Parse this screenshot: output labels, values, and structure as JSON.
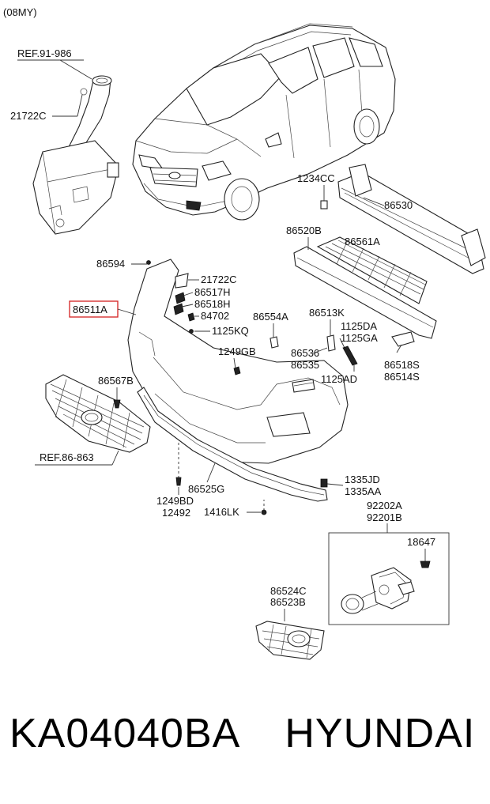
{
  "header": {
    "model_year": "(08MY)"
  },
  "references": [
    "REF.91-986",
    "REF.86-863"
  ],
  "highlight_color": "#d42020",
  "labels": {
    "p21722C_a": "21722C",
    "p86594": "86594",
    "p21722C_b": "21722C",
    "p86517H": "86517H",
    "p86518H": "86518H",
    "p84702": "84702",
    "p86511A": "86511A",
    "p1125KQ": "1125KQ",
    "p1249GB": "1249GB",
    "p86567B": "86567B",
    "p86554A": "86554A",
    "p1234CC": "1234CC",
    "p86530": "86530",
    "p86520B": "86520B",
    "p86561A": "86561A",
    "p86513K": "86513K",
    "p1125DA": "1125DA",
    "p1125GA": "1125GA",
    "p86536": "86536",
    "p86535": "86535",
    "p86518S": "86518S",
    "p86514S": "86514S",
    "p1125AD": "1125AD",
    "p86525G": "86525G",
    "p1249BD": "1249BD",
    "p12492": "12492",
    "p1416LK": "1416LK",
    "p1335JD": "1335JD",
    "p1335AA": "1335AA",
    "p92202A": "92202A",
    "p92201B": "92201B",
    "p18647": "18647",
    "p86524C": "86524C",
    "p86523B": "86523B"
  },
  "footer": {
    "part_number": "KA04040BA",
    "brand": "HYUNDAI"
  }
}
